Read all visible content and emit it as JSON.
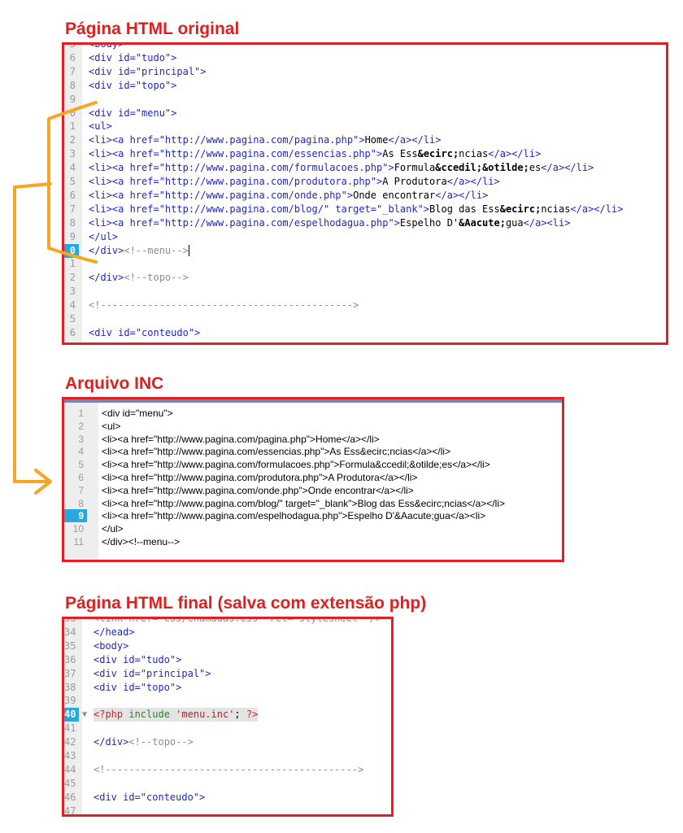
{
  "titles": {
    "original": "Página HTML original",
    "inc": "Arquivo INC",
    "final": "Página HTML final (salva com extensão php)"
  },
  "colors": {
    "frame": "#e31e24",
    "title": "#e21f1f",
    "arrow": "#f6a623",
    "active_line": "#29a7e1"
  },
  "original_code": [
    {
      "n": "5",
      "segs": [
        [
          "t",
          "<body>"
        ]
      ]
    },
    {
      "n": "6",
      "segs": [
        [
          "t",
          "<div id=\"tudo\">"
        ]
      ]
    },
    {
      "n": "7",
      "segs": [
        [
          "t",
          "<div id=\"principal\">"
        ]
      ]
    },
    {
      "n": "8",
      "segs": [
        [
          "t",
          "<div id=\"topo\">"
        ]
      ]
    },
    {
      "n": "9",
      "segs": []
    },
    {
      "n": "0",
      "segs": [
        [
          "t",
          "<div id=\"menu\">"
        ]
      ]
    },
    {
      "n": "1",
      "segs": [
        [
          "t",
          "<ul>"
        ]
      ]
    },
    {
      "n": "2",
      "segs": [
        [
          "t",
          "<li><a href=\"http://www.pagina.com/pagina.php\">"
        ],
        [
          "x",
          "Home"
        ],
        [
          "t",
          "</a></li>"
        ]
      ]
    },
    {
      "n": "3",
      "segs": [
        [
          "t",
          "<li><a href=\"http://www.pagina.com/essencias.php\">"
        ],
        [
          "x",
          "As Ess"
        ],
        [
          "xb",
          "&ecirc;"
        ],
        [
          "x",
          "ncias"
        ],
        [
          "t",
          "</a></li>"
        ]
      ]
    },
    {
      "n": "4",
      "segs": [
        [
          "t",
          "<li><a href=\"http://www.pagina.com/formulacoes.php\">"
        ],
        [
          "x",
          "Formula"
        ],
        [
          "xb",
          "&ccedil;&otilde;"
        ],
        [
          "x",
          "es"
        ],
        [
          "t",
          "</a></li>"
        ]
      ]
    },
    {
      "n": "5",
      "segs": [
        [
          "t",
          "<li><a href=\"http://www.pagina.com/produtora.php\">"
        ],
        [
          "x",
          "A Produtora"
        ],
        [
          "t",
          "</a></li>"
        ]
      ]
    },
    {
      "n": "6",
      "segs": [
        [
          "t",
          "<li><a href=\"http://www.pagina.com/onde.php\">"
        ],
        [
          "x",
          "Onde encontrar"
        ],
        [
          "t",
          "</a></li>"
        ]
      ]
    },
    {
      "n": "7",
      "segs": [
        [
          "t",
          "<li><a href=\"http://www.pagina.com/blog/\" target=\"_blank\">"
        ],
        [
          "x",
          "Blog das Ess"
        ],
        [
          "xb",
          "&ecirc;"
        ],
        [
          "x",
          "ncias"
        ],
        [
          "t",
          "</a></li>"
        ]
      ]
    },
    {
      "n": "8",
      "segs": [
        [
          "t",
          "<li><a href=\"http://www.pagina.com/espelhodagua.php\">"
        ],
        [
          "x",
          "Espelho D'"
        ],
        [
          "xb",
          "&Aacute;"
        ],
        [
          "x",
          "gua"
        ],
        [
          "t",
          "</a><li>"
        ]
      ]
    },
    {
      "n": "9",
      "segs": [
        [
          "t",
          "</ul>"
        ]
      ]
    },
    {
      "n": "0",
      "active": true,
      "segs": [
        [
          "t",
          "</div>"
        ],
        [
          "c",
          "<!--menu-->"
        ]
      ]
    },
    {
      "n": "1",
      "segs": []
    },
    {
      "n": "2",
      "segs": [
        [
          "t",
          "</div>"
        ],
        [
          "c",
          "<!--topo-->"
        ]
      ]
    },
    {
      "n": "3",
      "segs": []
    },
    {
      "n": "4",
      "segs": [
        [
          "c",
          "<!------------------------------------------->"
        ]
      ]
    },
    {
      "n": "5",
      "segs": []
    },
    {
      "n": "6",
      "segs": [
        [
          "t",
          "<div id=\"conteudo\">"
        ]
      ]
    }
  ],
  "inc_code": [
    {
      "n": "1",
      "text": "<div id=\"menu\">"
    },
    {
      "n": "2",
      "text": "<ul>"
    },
    {
      "n": "3",
      "text": "<li><a href=\"http://www.pagina.com/pagina.php\">Home</a></li>"
    },
    {
      "n": "4",
      "text": "<li><a href=\"http://www.pagina.com/essencias.php\">As Ess&ecirc;ncias</a></li>"
    },
    {
      "n": "5",
      "text": "<li><a href=\"http://www.pagina.com/formulacoes.php\">Formula&ccedil;&otilde;es</a></li>"
    },
    {
      "n": "6",
      "text": "<li><a href=\"http://www.pagina.com/produtora.php\">A Produtora</a></li>"
    },
    {
      "n": "7",
      "text": "<li><a href=\"http://www.pagina.com/onde.php\">Onde encontrar</a></li>"
    },
    {
      "n": "8",
      "text": "<li><a href=\"http://www.pagina.com/blog/\" target=\"_blank\">Blog das Ess&ecirc;ncias</a></li>"
    },
    {
      "n": "9",
      "active": true,
      "text": "<li><a href=\"http://www.pagina.com/espelhodagua.php\">Espelho D'&Aacute;gua</a><li>"
    },
    {
      "n": "10",
      "text": "</ul>"
    },
    {
      "n": "11",
      "text": "</div><!--menu-->"
    }
  ],
  "final_code": [
    {
      "n": "33",
      "segs": [
        [
          "c",
          "<link href=\"css/chamadas.css\" rel=\"stylesheet\" />"
        ]
      ]
    },
    {
      "n": "34",
      "segs": [
        [
          "t",
          "</head>"
        ]
      ]
    },
    {
      "n": "35",
      "segs": [
        [
          "t",
          "<body>"
        ]
      ]
    },
    {
      "n": "36",
      "segs": [
        [
          "t",
          "<div id=\"tudo\">"
        ]
      ]
    },
    {
      "n": "37",
      "segs": [
        [
          "t",
          "<div id=\"principal\">"
        ]
      ]
    },
    {
      "n": "38",
      "segs": [
        [
          "t",
          "<div id=\"topo\">"
        ]
      ]
    },
    {
      "n": "39",
      "segs": []
    },
    {
      "n": "40",
      "active": true,
      "fold": "▼",
      "php": true,
      "segs": [
        [
          "php",
          "<?php "
        ],
        [
          "kw",
          "include"
        ],
        [
          "x",
          " "
        ],
        [
          "str",
          "'menu.inc'"
        ],
        [
          "x",
          "; "
        ],
        [
          "php",
          "?>"
        ]
      ]
    },
    {
      "n": "41",
      "segs": []
    },
    {
      "n": "42",
      "segs": [
        [
          "t",
          "</div>"
        ],
        [
          "c",
          "<!--topo-->"
        ]
      ]
    },
    {
      "n": "43",
      "segs": []
    },
    {
      "n": "44",
      "segs": [
        [
          "c",
          "<!------------------------------------------->"
        ]
      ]
    },
    {
      "n": "45",
      "segs": []
    },
    {
      "n": "46",
      "segs": [
        [
          "t",
          "<div id=\"conteudo\">"
        ]
      ]
    },
    {
      "n": "47",
      "segs": []
    }
  ]
}
